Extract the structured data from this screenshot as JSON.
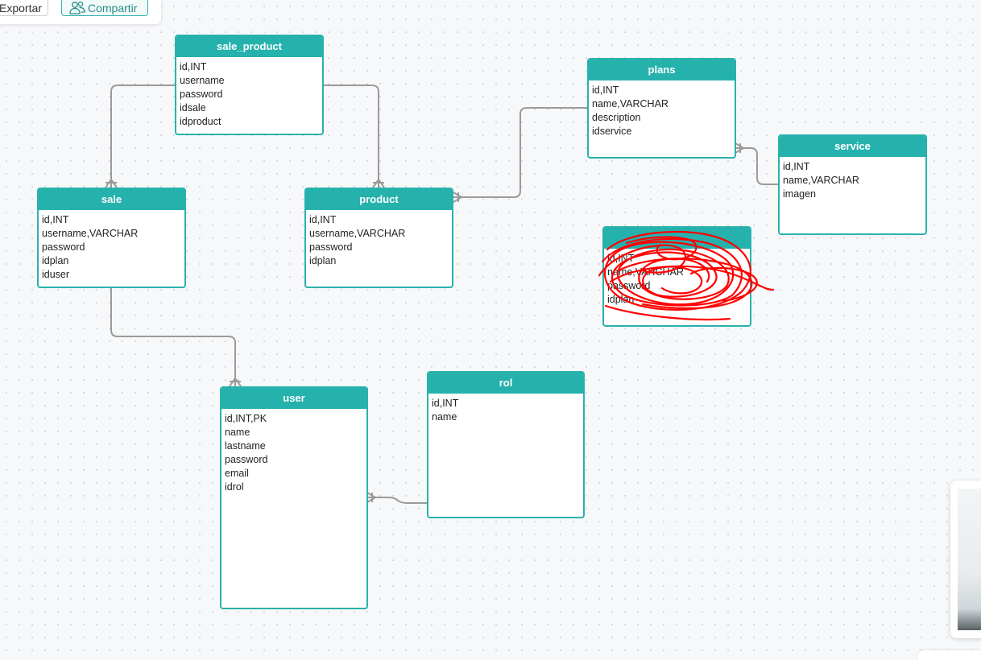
{
  "toolbar": {
    "export_label": "Exportar",
    "share_label": "Compartir"
  },
  "entities": {
    "sale_product": {
      "title": "sale_product",
      "fields": [
        "id,INT",
        "username",
        "password",
        "idsale",
        "idproduct"
      ]
    },
    "plans": {
      "title": "plans",
      "fields": [
        "id,INT",
        "name,VARCHAR",
        "description",
        "idservice"
      ]
    },
    "service": {
      "title": "service",
      "fields": [
        "id,INT",
        "name,VARCHAR",
        "imagen"
      ]
    },
    "sale": {
      "title": "sale",
      "fields": [
        "id,INT",
        "username,VARCHAR",
        "password",
        "idplan",
        "iduser"
      ]
    },
    "product": {
      "title": "product",
      "fields": [
        "id,INT",
        "username,VARCHAR",
        "password",
        "idplan"
      ]
    },
    "redacted": {
      "title": "",
      "fields": [
        "id,INT",
        "name,VARCHAR",
        "password",
        "idplan"
      ]
    },
    "user": {
      "title": "user",
      "fields": [
        "id,INT,PK",
        "name",
        "lastname",
        "password",
        "email",
        "idrol"
      ]
    },
    "rol": {
      "title": "rol",
      "fields": [
        "id,INT",
        "name"
      ]
    }
  },
  "colors": {
    "accent": "#25b2ad",
    "connector": "#9a9a9a",
    "scribble": "#ff0000",
    "canvas_dots": "#d3d7dc"
  }
}
